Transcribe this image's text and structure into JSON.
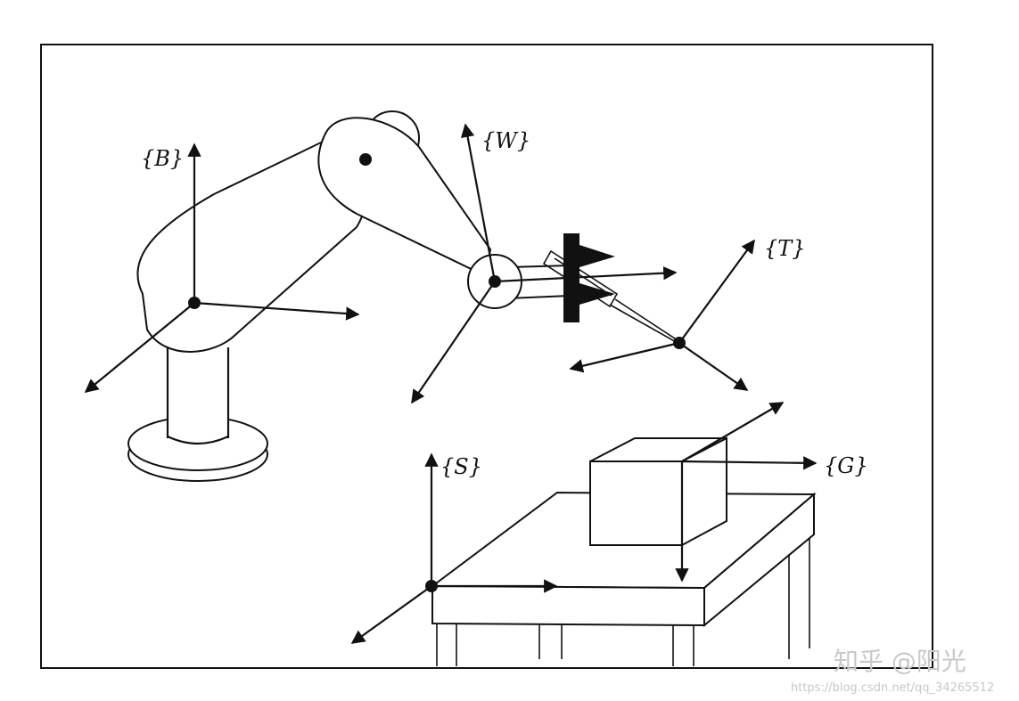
{
  "frames": {
    "base": "{B}",
    "wrist": "{W}",
    "tool": "{T}",
    "station": "{S}",
    "goal": "{G}"
  },
  "watermark": {
    "brand": "知乎 @阳光",
    "url": "https://blog.csdn.net/qq_34265512"
  }
}
